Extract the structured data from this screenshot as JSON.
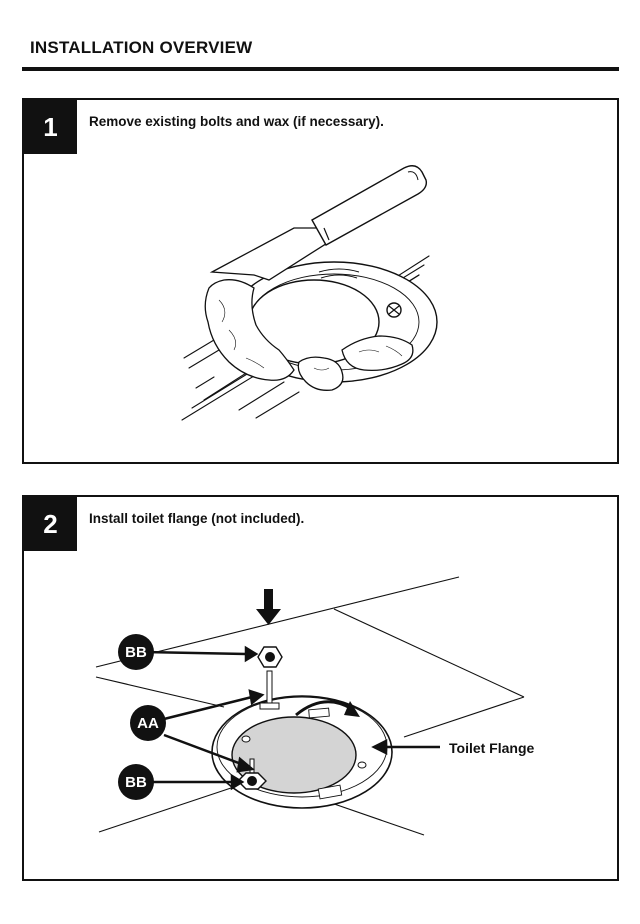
{
  "page": {
    "title": "INSTALLATION OVERVIEW"
  },
  "steps": [
    {
      "number": "1",
      "instruction": "Remove existing bolts and wax (if necessary)."
    },
    {
      "number": "2",
      "instruction": "Install toilet flange (not included)."
    }
  ],
  "callouts": {
    "bb_top": "BB",
    "aa": "AA",
    "bb_bottom": "BB",
    "toilet_flange": "Toilet Flange"
  }
}
